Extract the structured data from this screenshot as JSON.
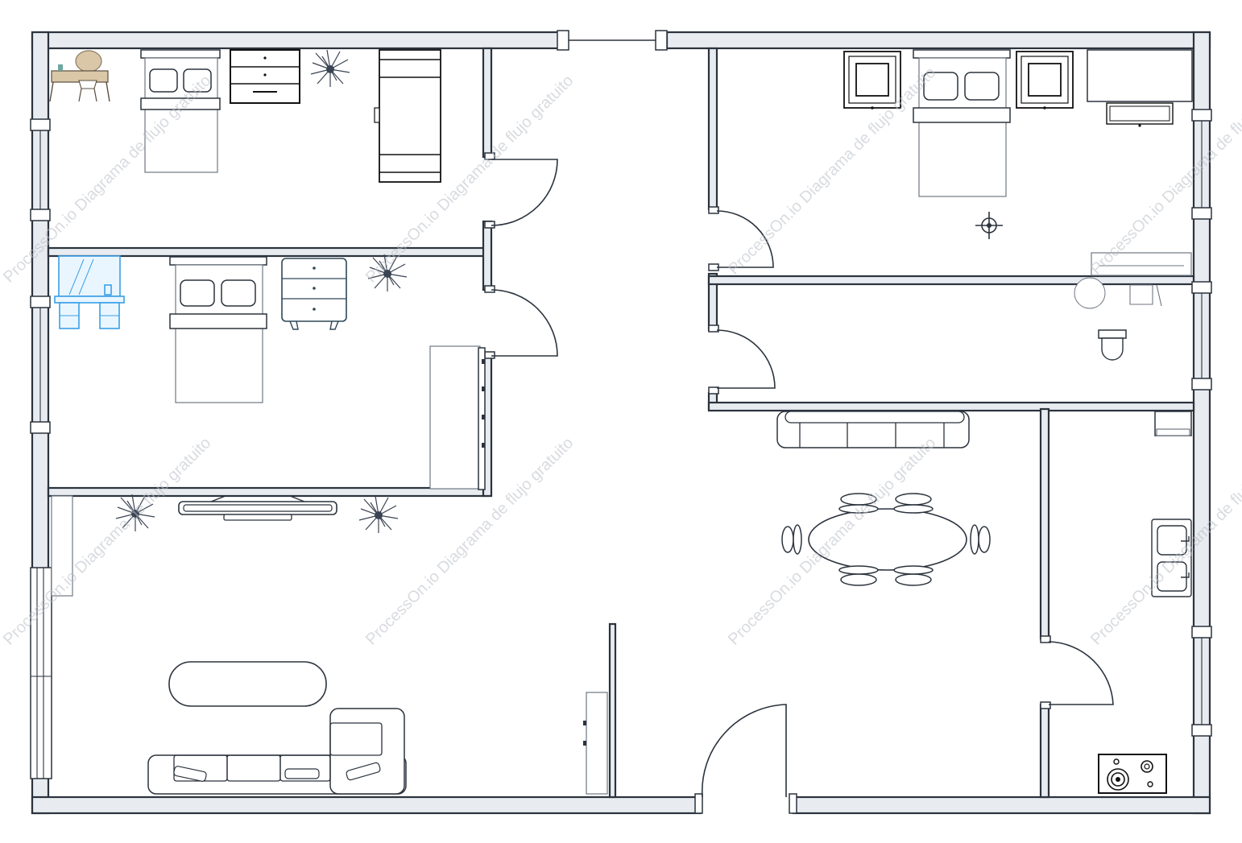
{
  "watermark": {
    "brand": "ProcessOn.io",
    "text": "ProcessOn.io Diagrama de flujo gratuito"
  },
  "colors": {
    "wall_fill": "#e8ebf0",
    "wall_stroke": "#2b333d",
    "highlight": "#3aa0e6",
    "plant": "#3a4452",
    "vanity_top": "#d9c7a8"
  },
  "plan": {
    "rooms": [
      "bedroom-1",
      "bedroom-2",
      "master-bedroom",
      "bathroom",
      "living-room",
      "dining-area",
      "kitchen"
    ],
    "furniture_icons": [
      "bed-icon",
      "dresser-icon",
      "plant-icon",
      "wardrobe-icon",
      "vanity-icon",
      "nightstand-icon",
      "desk-icon",
      "tv-icon",
      "sofa-icon",
      "rug-icon",
      "dining-table-icon",
      "chair-icon",
      "sink-icon",
      "stove-icon",
      "toilet-icon",
      "ceiling-fan-icon",
      "door-icon",
      "window-icon"
    ]
  }
}
